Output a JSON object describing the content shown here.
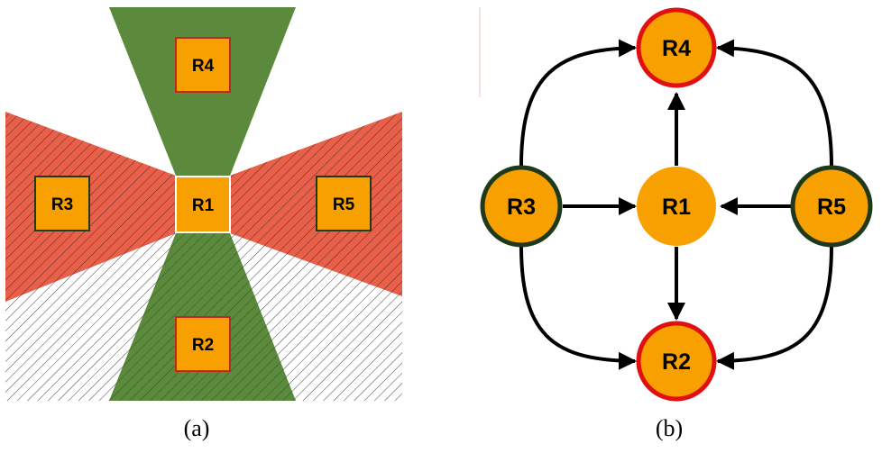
{
  "panel_a": {
    "caption": "(a)",
    "regions": [
      {
        "id": "R1",
        "label": "R1"
      },
      {
        "id": "R2",
        "label": "R2"
      },
      {
        "id": "R3",
        "label": "R3"
      },
      {
        "id": "R4",
        "label": "R4"
      },
      {
        "id": "R5",
        "label": "R5"
      }
    ]
  },
  "panel_b": {
    "caption": "(b)",
    "nodes": [
      {
        "id": "R1",
        "label": "R1"
      },
      {
        "id": "R2",
        "label": "R2"
      },
      {
        "id": "R3",
        "label": "R3"
      },
      {
        "id": "R4",
        "label": "R4"
      },
      {
        "id": "R5",
        "label": "R5"
      }
    ],
    "edges": [
      {
        "from": "R1",
        "to": "R4"
      },
      {
        "from": "R1",
        "to": "R2"
      },
      {
        "from": "R3",
        "to": "R1"
      },
      {
        "from": "R5",
        "to": "R1"
      },
      {
        "from": "R3",
        "to": "R4"
      },
      {
        "from": "R3",
        "to": "R2"
      },
      {
        "from": "R5",
        "to": "R4"
      },
      {
        "from": "R5",
        "to": "R2"
      }
    ]
  },
  "colors": {
    "green_sector": "#5b8a3c",
    "red_sector": "#e8604a",
    "box_fill": "#f7a000",
    "box_border_red": "#c0281b",
    "box_border_dark": "#1f3a1a",
    "node_fill": "#f7a000",
    "node_border_red": "#e01010",
    "node_border_green": "#1f3a1a",
    "edge": "#000000"
  }
}
